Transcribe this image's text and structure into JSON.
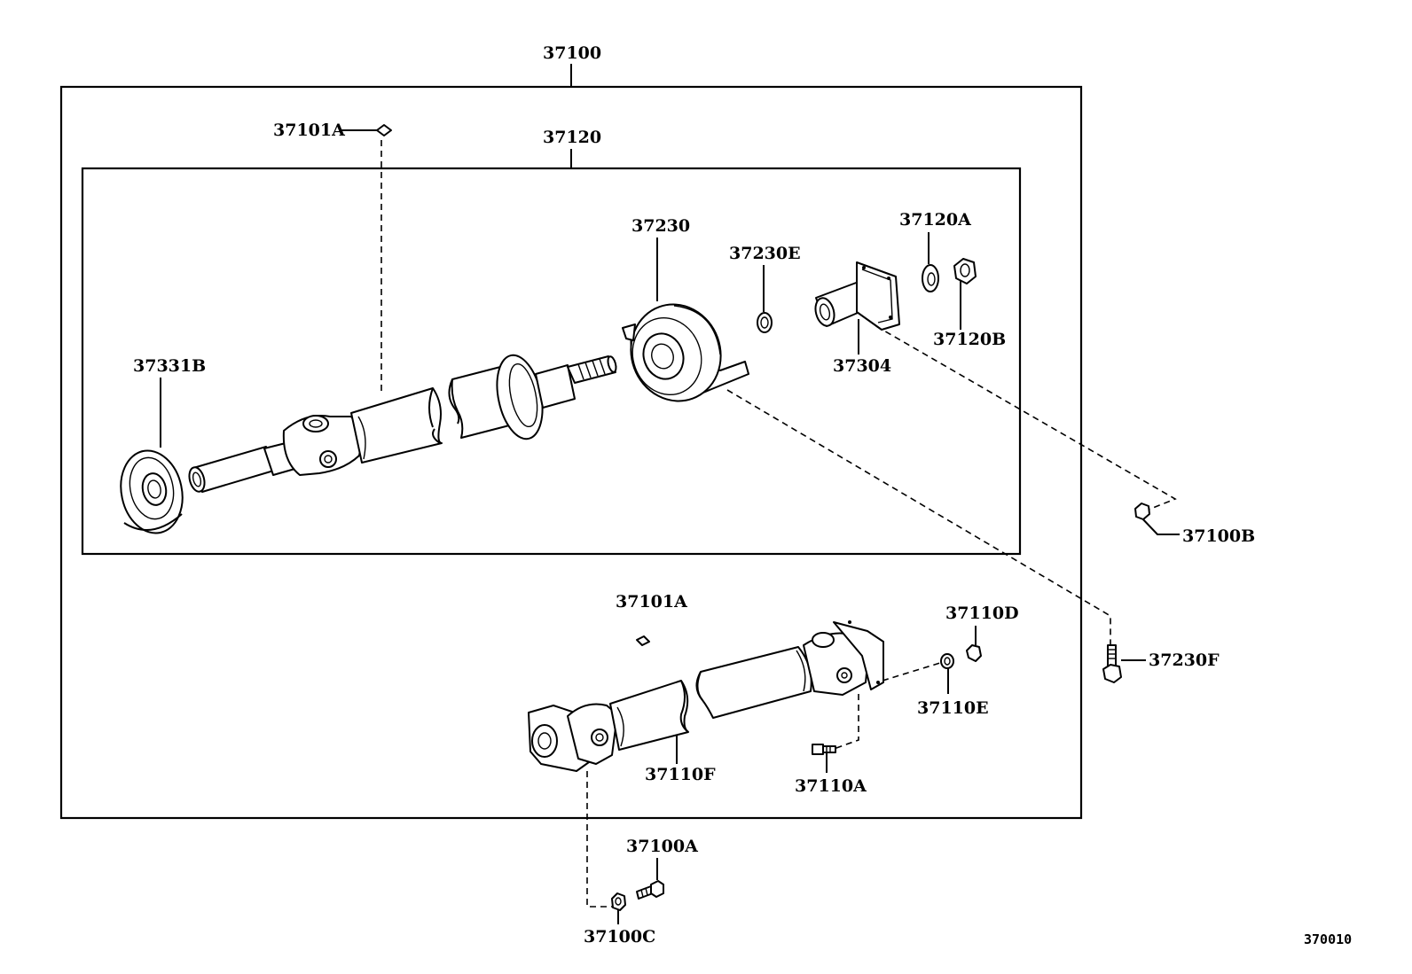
{
  "diagram_id": "370010",
  "labels": {
    "assembly": "37100",
    "center_assembly": "37120",
    "yoke_bolt_top": "37101A",
    "center_bearing": "37230",
    "washer_e": "37230E",
    "washer_a": "37120A",
    "nut_b": "37120B",
    "flange": "37304",
    "dust_cover": "37331B",
    "nut_100b": "37100B",
    "yoke_bolt_bottom": "37101A",
    "nut_d": "37110D",
    "bolt_f": "37230F",
    "washer_110e": "37110E",
    "rear_shaft": "37110F",
    "bolt_110a": "37110A",
    "bolt_100a": "37100A",
    "nut_100c": "37100C"
  }
}
